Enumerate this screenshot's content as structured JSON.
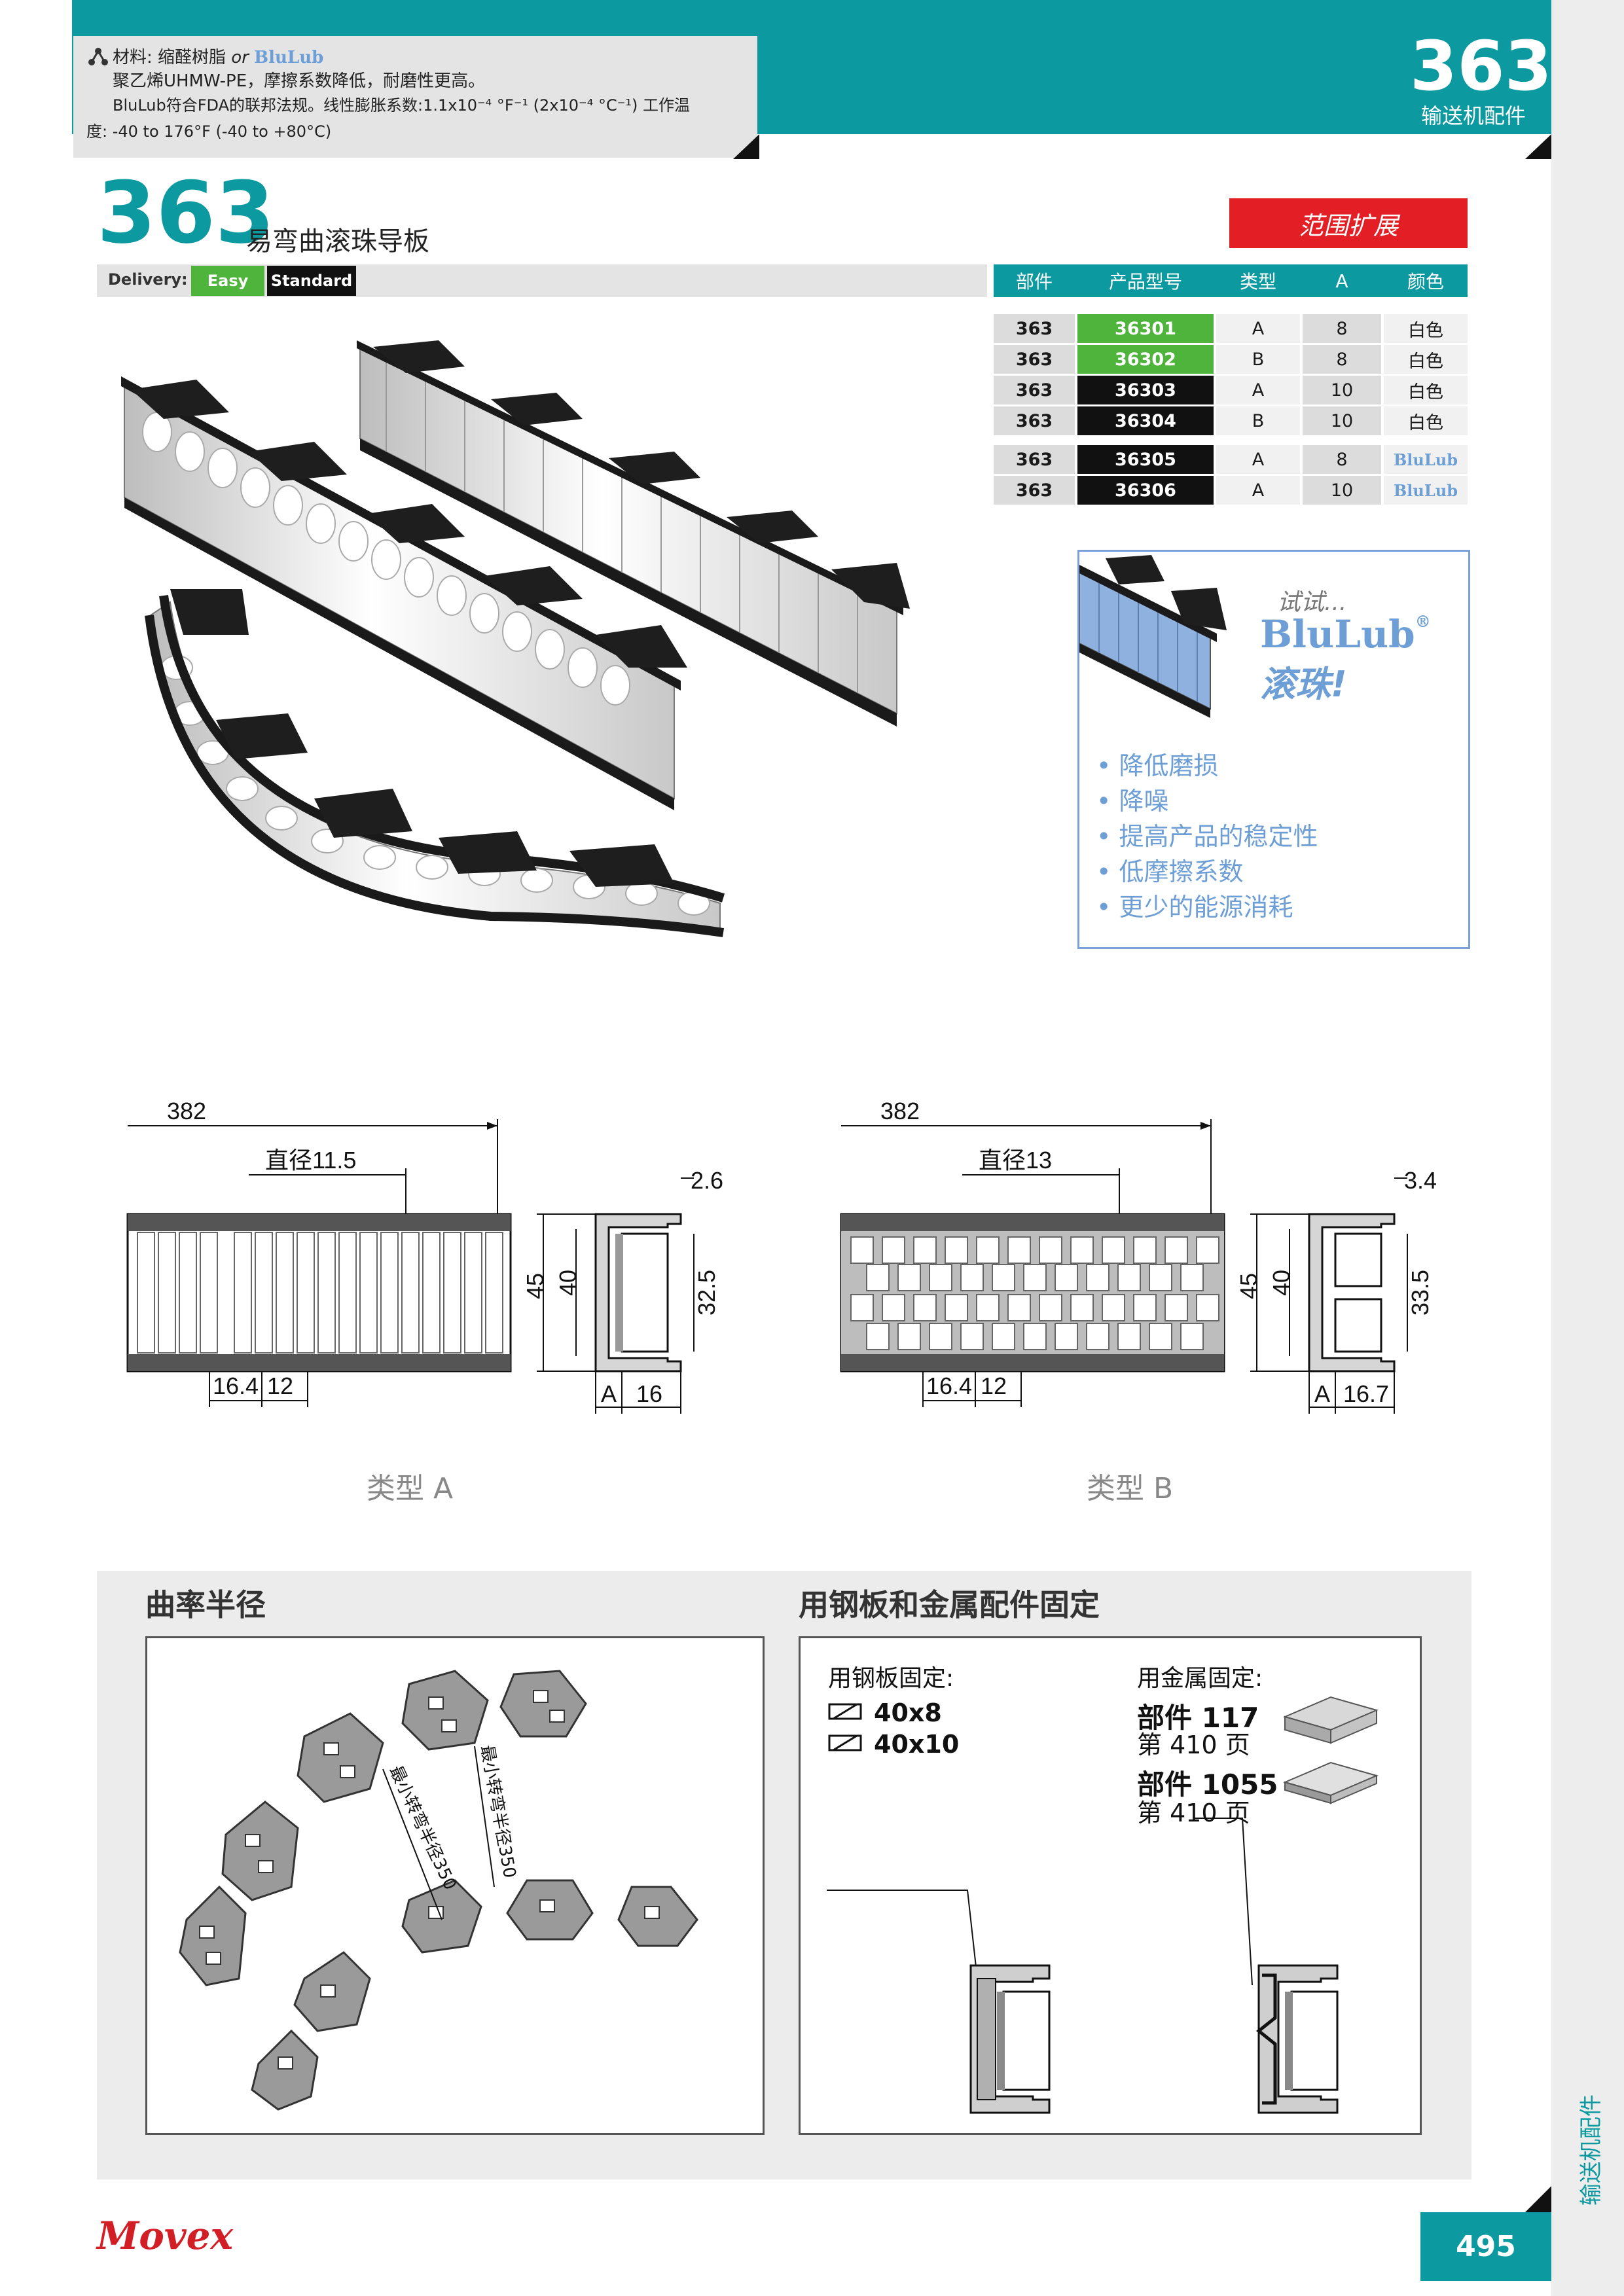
{
  "header": {
    "material_prefix": "材料: 缩醛树脂",
    "material_or": "or",
    "material_bl": "BluLub",
    "material_line2": "聚乙烯UHMW-PE，摩擦系数降低，耐磨性更高。",
    "material_line3": "BluLub符合FDA的联邦法规。线性膨胀系数:1.1x10⁻⁴ °F⁻¹ (2x10⁻⁴ °C⁻¹) 工作温",
    "material_line4": "度: -40 to 176°F (-40 to +80°C)",
    "corner_number": "363",
    "corner_category": "输送机配件"
  },
  "product": {
    "number": "363",
    "name": "易弯曲滚珠导板",
    "range_label": "范围扩展"
  },
  "delivery": {
    "label": "Delivery:",
    "easy": "Easy",
    "standard": "Standard"
  },
  "table": {
    "headers": [
      "部件",
      "产品型号",
      "类型",
      "A",
      "颜色"
    ],
    "rows": [
      {
        "part": "363",
        "code": "36301",
        "type": "A",
        "a": "8",
        "color": "白色",
        "code_bg": "#4fb43b"
      },
      {
        "part": "363",
        "code": "36302",
        "type": "B",
        "a": "8",
        "color": "白色",
        "code_bg": "#4fb43b"
      },
      {
        "part": "363",
        "code": "36303",
        "type": "A",
        "a": "10",
        "color": "白色",
        "code_bg": "#111111"
      },
      {
        "part": "363",
        "code": "36304",
        "type": "B",
        "a": "10",
        "color": "白色",
        "code_bg": "#111111"
      },
      {
        "part": "363",
        "code": "36305",
        "type": "A",
        "a": "8",
        "color": "BluLub",
        "code_bg": "#111111"
      },
      {
        "part": "363",
        "code": "36306",
        "type": "A",
        "a": "10",
        "color": "BluLub",
        "code_bg": "#111111"
      }
    ]
  },
  "promo": {
    "try": "试试...",
    "brand": "BluLub",
    "reg": "®",
    "roller": "滚珠!",
    "benefits": [
      "降低磨损",
      "降噪",
      "提高产品的稳定性",
      "低摩擦系数",
      "更少的能源消耗"
    ]
  },
  "drawings": {
    "type_a": {
      "length": "382",
      "diameter": "直径11.5",
      "top_right": "2.6",
      "h45": "45",
      "h40": "40",
      "h32": "32.5",
      "pitch1": "16.4",
      "pitch2": "12",
      "a": "A",
      "w": "16"
    },
    "type_b": {
      "length": "382",
      "diameter": "直径13",
      "top_right": "3.4",
      "h45": "45",
      "h40": "40",
      "h32": "33.5",
      "pitch1": "16.4",
      "pitch2": "12",
      "a": "A",
      "w": "16.7"
    },
    "label_a": "类型 A",
    "label_b": "类型 B"
  },
  "curvature": {
    "title": "曲率半径",
    "radius_label_1": "最小转弯半径350",
    "radius_label_2": "最小转弯半径350"
  },
  "fixing": {
    "title": "用钢板和金属配件固定",
    "steel_title": "用钢板固定:",
    "steel_1": "40x8",
    "steel_2": "40x10",
    "metal_title": "用金属固定:",
    "part_117": "部件 117",
    "page_117": "第 410 页",
    "part_1055": "部件 1055",
    "page_1055": "第 410 页"
  },
  "footer": {
    "brand": "Movex",
    "page": "495",
    "side_label": "输送机配件"
  },
  "colors": {
    "teal": "#0c9aa0",
    "red": "#e31e24",
    "green": "#4fb43b",
    "blulub": "#6d9fd6"
  }
}
